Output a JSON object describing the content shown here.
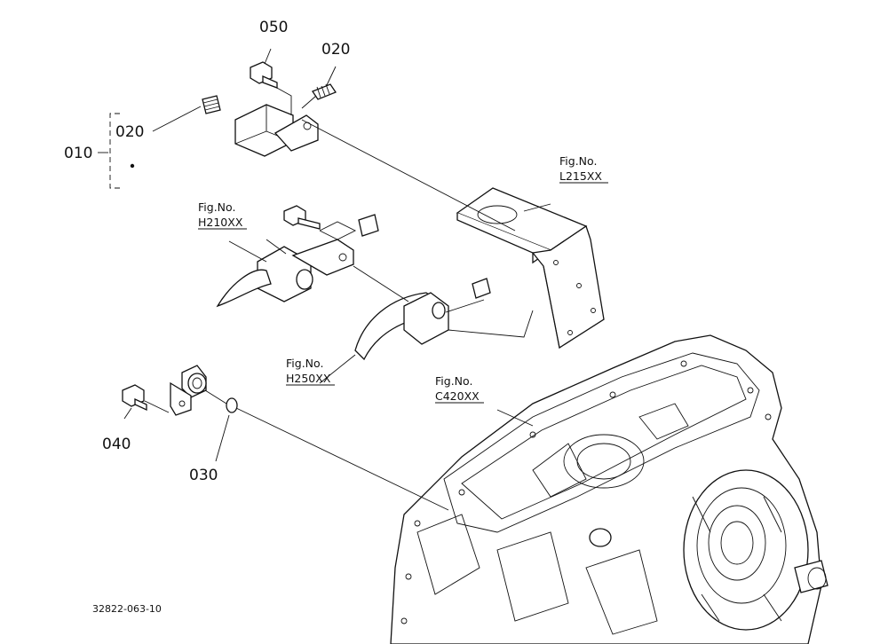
{
  "callouts": {
    "c050": "050",
    "c020_top": "020",
    "c020_left": "020",
    "c010": "010",
    "c040": "040",
    "c030": "030"
  },
  "fig_refs": {
    "l215": {
      "label": "Fig.No.",
      "code": "L215XX"
    },
    "h210": {
      "label": "Fig.No.",
      "code": "H210XX"
    },
    "h250": {
      "label": "Fig.No.",
      "code": "H250XX"
    },
    "c420": {
      "label": "Fig.No.",
      "code": "C420XX"
    }
  },
  "drawing_code": "32822-063-10"
}
